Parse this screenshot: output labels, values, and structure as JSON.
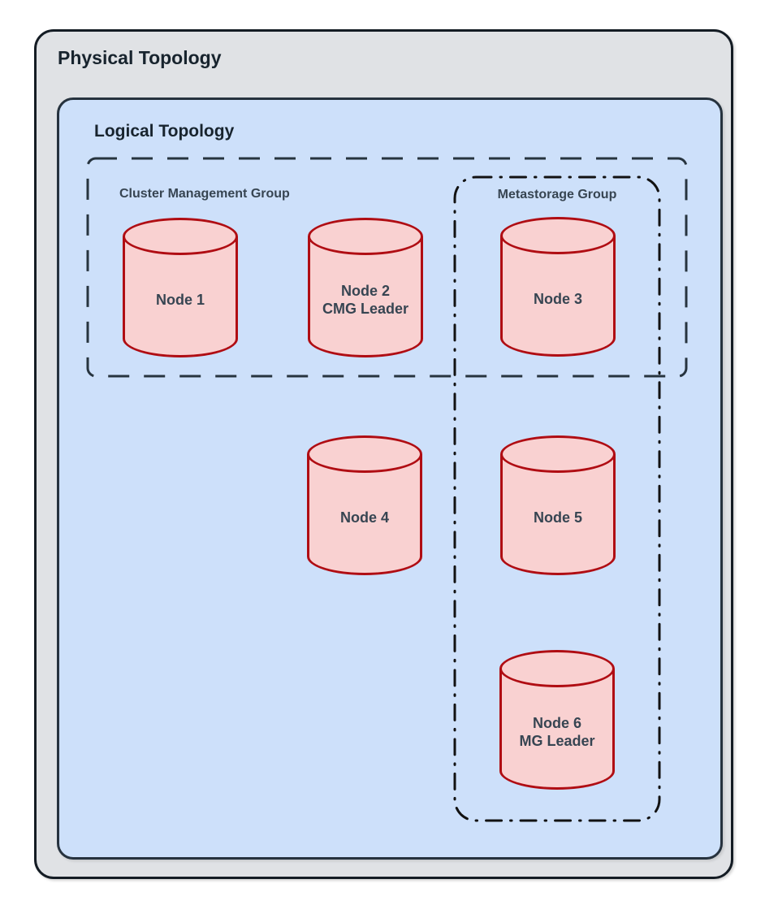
{
  "diagram": {
    "physical": {
      "title": "Physical Topology"
    },
    "logical": {
      "title": "Logical Topology"
    },
    "groups": [
      {
        "id": "cmg",
        "label": "Cluster Management Group",
        "border_style": "dashed"
      },
      {
        "id": "mg",
        "label": "Metastorage Group",
        "border_style": "dash-dot"
      }
    ],
    "nodes": [
      {
        "id": "node-1",
        "label": "Node 1",
        "sublabel": "",
        "member_of": [
          "Cluster Management Group"
        ]
      },
      {
        "id": "node-2",
        "label": "Node 2",
        "sublabel": "CMG Leader",
        "member_of": [
          "Cluster Management Group"
        ]
      },
      {
        "id": "node-3",
        "label": "Node 3",
        "sublabel": "",
        "member_of": [
          "Cluster Management Group",
          "Metastorage Group"
        ]
      },
      {
        "id": "node-4",
        "label": "Node 4",
        "sublabel": "",
        "member_of": []
      },
      {
        "id": "node-5",
        "label": "Node 5",
        "sublabel": "",
        "member_of": [
          "Metastorage Group"
        ]
      },
      {
        "id": "node-6",
        "label": "Node 6",
        "sublabel": "MG Leader",
        "member_of": [
          "Metastorage Group"
        ]
      }
    ],
    "colors": {
      "physical_fill": "#e0e2e5",
      "physical_stroke": "#141c24",
      "logical_fill": "#cde0fa",
      "logical_stroke": "#26323e",
      "cmg_stroke": "#27343f",
      "mg_stroke": "#121212",
      "node_fill": "#f9d1d1",
      "node_stroke": "#b00d13",
      "title_color": "#18242e",
      "label_color": "#374552"
    }
  }
}
